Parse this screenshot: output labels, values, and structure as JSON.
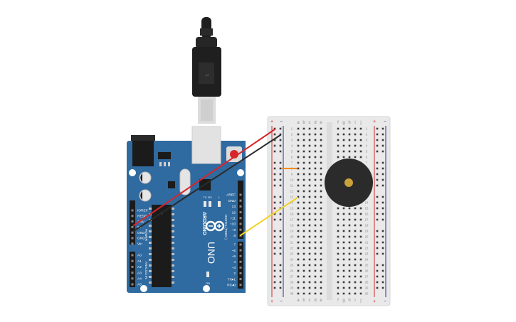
{
  "board": {
    "brand": "ARDUINO",
    "model": "UNO",
    "on_label": "ON",
    "tx_label": "TX",
    "rx_label": "RX",
    "l_label": "L",
    "power_header_label": "POWER",
    "analog_header_label": "ANALOG IN",
    "digital_header_label": "DIGITAL (PWM~)",
    "power_pins": [
      "IOREF",
      "RESET",
      "3.3V",
      "5V",
      "GND",
      "GND",
      "Vin"
    ],
    "analog_pins": [
      "A0",
      "A1",
      "A2",
      "A3",
      "A4",
      "A5"
    ],
    "digital_top_pins": [
      "AREF",
      "GND",
      "13",
      "12",
      "~11",
      "~10",
      "~9",
      "8"
    ],
    "digital_bottom_pins": [
      "7",
      "~6",
      "~5",
      "4",
      "~3",
      "2",
      "TX▸1",
      "RX◂0"
    ]
  },
  "breadboard": {
    "plus": "+",
    "minus": "−",
    "left_cols": [
      "a",
      "b",
      "c",
      "d",
      "e"
    ],
    "right_cols": [
      "f",
      "g",
      "h",
      "i",
      "j"
    ],
    "rows": [
      "1",
      "2",
      "3",
      "4",
      "5",
      "6",
      "7",
      "8",
      "9",
      "10",
      "11",
      "12",
      "13",
      "14",
      "15",
      "16",
      "17",
      "18",
      "19",
      "20",
      "21",
      "22",
      "23",
      "24",
      "25",
      "26",
      "27",
      "28",
      "29",
      "30"
    ]
  },
  "wires": [
    {
      "name": "red-wire",
      "color": "#d7262b"
    },
    {
      "name": "black-wire",
      "color": "#2b2b2b"
    },
    {
      "name": "yellow-wire",
      "color": "#f0d22a"
    },
    {
      "name": "orange-wire",
      "color": "#f08c1c"
    }
  ],
  "colors": {
    "board_blue": "#2f6aa0",
    "board_edge": "#245a8a",
    "breadboard": "#e9e9e9",
    "rail_red": "#d7262b",
    "rail_blue": "#2b2b9a",
    "buzzer": "#2b2b2b",
    "buzzer_center": "#c9a23a"
  }
}
